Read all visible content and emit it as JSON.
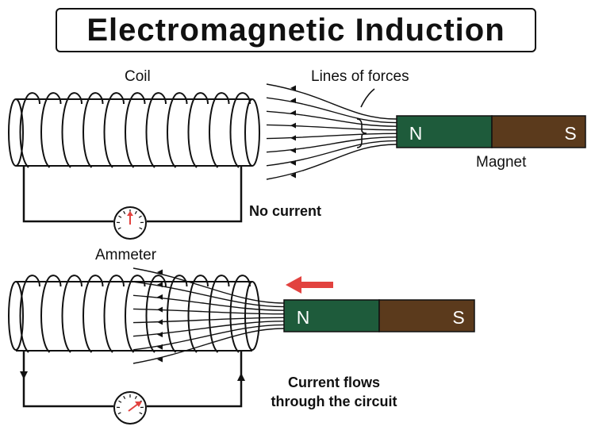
{
  "title": "Electromagnetic Induction",
  "labels": {
    "coil": "Coil",
    "lines_of_forces": "Lines of forces",
    "magnet": "Magnet",
    "no_current": "No current",
    "ammeter": "Ammeter",
    "current_flows": "Current flows\nthrough the circuit"
  },
  "magnet_poles": {
    "north": "N",
    "south": "S"
  },
  "colors": {
    "magnet_north": "#1e5b3b",
    "magnet_south": "#5b3a1c",
    "motion_arrow": "#e2423f",
    "ammeter_needle": "#e2423f",
    "line": "#111111"
  },
  "states": [
    {
      "magnet": "stationary",
      "current": "none"
    },
    {
      "magnet": "moving toward coil",
      "current": "flows"
    }
  ]
}
